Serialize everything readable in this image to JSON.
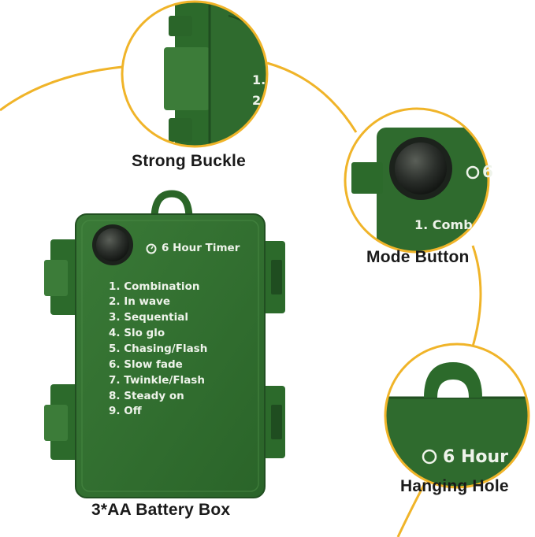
{
  "labels": {
    "strong_buckle": "Strong Buckle",
    "mode_button": "Mode Button",
    "hanging_hole": "Hanging Hole",
    "battery_box": "3*AA Battery Box"
  },
  "box": {
    "timer_text": "6 Hour Timer",
    "modes": [
      "1. Combination",
      "2. In wave",
      "3. Sequential",
      "4. Slo glo",
      "5. Chasing/Flash",
      "6. Slow fade",
      "7. Twinkle/Flash",
      "8. Steady on",
      "9. Off"
    ]
  },
  "zoom": {
    "buckle_text_1": "1.",
    "buckle_text_2": "2",
    "mode_text_1": "6",
    "mode_text_2": "1. Comb",
    "hole_text": "6 Hour"
  },
  "colors": {
    "box_green": "#2f6b2e",
    "box_dark": "#1f4d20",
    "ring_gold": "#f0b429"
  }
}
